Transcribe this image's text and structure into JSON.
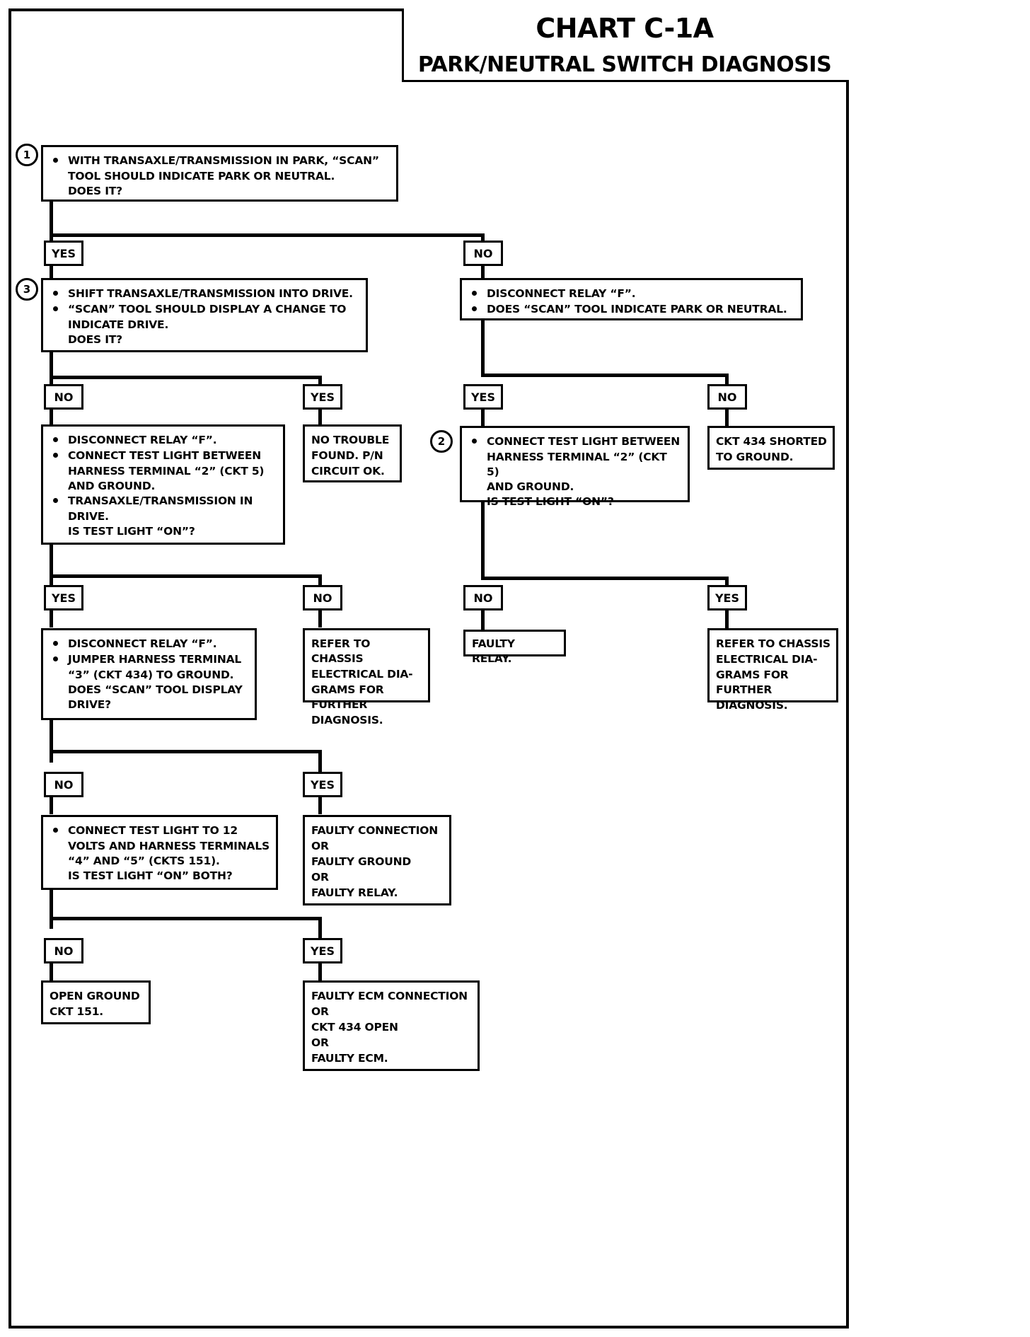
{
  "title": {
    "chart": "CHART C-1A",
    "subtitle": "PARK/NEUTRAL  SWITCH DIAGNOSIS"
  },
  "labels": {
    "yes": "YES",
    "no": "NO"
  },
  "markers": {
    "one": "1",
    "two": "2",
    "three": "3"
  },
  "nodes": {
    "n1": {
      "marker": "1",
      "lines": [
        "WITH TRANSAXLE/TRANSMISSION IN PARK, “SCAN”",
        "TOOL SHOULD INDICATE PARK OR NEUTRAL.",
        "DOES IT?"
      ]
    },
    "n3": {
      "marker": "3",
      "b1": "SHIFT TRANSAXLE/TRANSMISSION  INTO DRIVE.",
      "b2a": "“SCAN” TOOL SHOULD DISPLAY A CHANGE TO",
      "b2b": "INDICATE DRIVE.",
      "b2c": "DOES IT?"
    },
    "n_right_top": {
      "b1": "DISCONNECT RELAY “F”.",
      "b2": "DOES “SCAN” TOOL INDICATE PARK OR NEUTRAL."
    },
    "n_disc_test": {
      "b1": "DISCONNECT RELAY “F”.",
      "b2a": "CONNECT TEST LIGHT BETWEEN",
      "b2b": "HARNESS TERMINAL “2” (CKT 5)",
      "b2c": "AND GROUND.",
      "b3a": "TRANSAXLE/TRANSMISSION IN",
      "b3b": "DRIVE.",
      "b3c": "IS TEST LIGHT “ON”?"
    },
    "n_no_trouble": {
      "lines": [
        "NO TROUBLE",
        "FOUND.  P/N",
        "CIRCUIT OK."
      ]
    },
    "n2_testlight": {
      "marker": "2",
      "b1a": "CONNECT TEST LIGHT BETWEEN",
      "b1b": "HARNESS TERMINAL “2” (CKT 5)",
      "b1c": "AND GROUND.",
      "b1d": "IS TEST LIGHT “ON”?"
    },
    "n_ckt434_short": {
      "lines": [
        "CKT 434 SHORTED",
        "TO GROUND."
      ]
    },
    "n_jumper": {
      "b1": "DISCONNECT RELAY “F”.",
      "b2a": "JUMPER HARNESS TERMINAL",
      "b2b": "“3” (CKT 434) TO GROUND.",
      "b2c": "DOES “SCAN” TOOL DISPLAY",
      "b2d": "DRIVE?"
    },
    "n_refer_left": {
      "lines": [
        "REFER TO CHASSIS",
        "ELECTRICAL  DIA-",
        "GRAMS FOR FURTHER",
        "DIAGNOSIS."
      ]
    },
    "n_faulty_relay": {
      "lines": [
        "FAULTY RELAY."
      ]
    },
    "n_refer_right": {
      "lines": [
        "REFER TO CHASSIS",
        "ELECTRICAL  DIA-",
        "GRAMS FOR FURTHER",
        "DIAGNOSIS."
      ]
    },
    "n_12volts": {
      "b1a": "CONNECT TEST LIGHT TO 12",
      "b1b": "VOLTS AND HARNESS TERMINALS",
      "b1c": "“4” AND “5” (CKTS 151).",
      "b1d": "IS TEST LIGHT “ON” BOTH?"
    },
    "n_faulty_conn": {
      "lines": [
        "FAULTY CONNECTION",
        "OR",
        "FAULTY GROUND",
        "OR",
        "FAULTY RELAY."
      ]
    },
    "n_open_ground": {
      "lines": [
        "OPEN GROUND",
        "CKT 151."
      ]
    },
    "n_faulty_ecm": {
      "lines": [
        "FAULTY ECM CONNECTION",
        "OR",
        "CKT 434 OPEN",
        "OR",
        "FAULTY ECM."
      ]
    }
  }
}
